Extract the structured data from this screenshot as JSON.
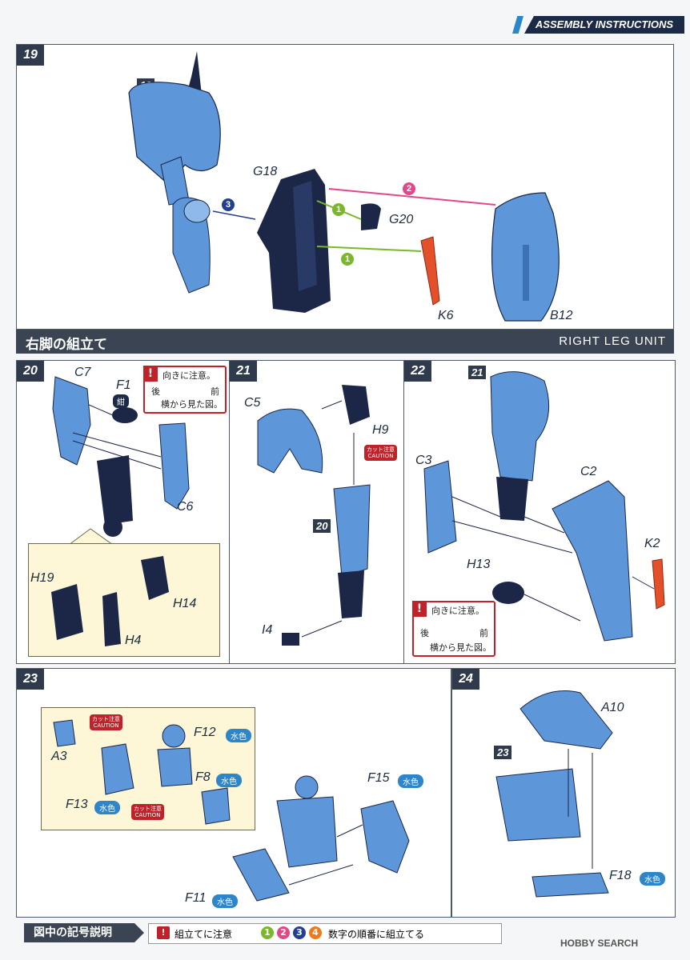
{
  "header": {
    "title": "ASSEMBLY INSTRUCTIONS"
  },
  "section": {
    "title_jp": "右脚の組立て",
    "title_en": "RIGHT LEG UNIT"
  },
  "steps": {
    "s19": {
      "num": "19",
      "sub": "18",
      "labels": [
        "G18",
        "G20",
        "K6",
        "B12"
      ],
      "order": [
        "1",
        "1",
        "2",
        "3"
      ]
    },
    "s20": {
      "num": "20",
      "labels": [
        "C7",
        "F1",
        "C6",
        "H19",
        "H14",
        "H4"
      ],
      "color_tag": "紺",
      "note": {
        "line1": "向きに注意。",
        "left": "後",
        "right": "前",
        "line2": "横から見た図。"
      }
    },
    "s21": {
      "num": "21",
      "labels": [
        "C5",
        "H9",
        "I4"
      ],
      "sub": "20",
      "caution_jp": "カット注意",
      "caution_en": "CAUTION"
    },
    "s22": {
      "num": "22",
      "labels": [
        "C3",
        "C2",
        "K2",
        "H13"
      ],
      "sub": "21",
      "note": {
        "line1": "向きに注意。",
        "left": "後",
        "right": "前",
        "line2": "横から見た図。"
      }
    },
    "s23": {
      "num": "23",
      "labels": [
        "A3",
        "F12",
        "F8",
        "F13",
        "F15",
        "F11"
      ],
      "water": "水色",
      "caution_jp": "カット注意",
      "caution_en": "CAUTION"
    },
    "s24": {
      "num": "24",
      "labels": [
        "A10",
        "F18"
      ],
      "sub": "23",
      "water": "水色"
    }
  },
  "legend": {
    "title": "図中の記号説明",
    "note_text": "組立てに注意",
    "order_text": "数字の順番に組立てる",
    "numbers": [
      "1",
      "2",
      "3",
      "4"
    ]
  },
  "watermark": "HOBBY SEARCH",
  "colors": {
    "part_blue": "#5d97d9",
    "part_navy": "#1c2647",
    "part_red": "#e4502a",
    "order1": "#7ab829",
    "order2": "#e2478a",
    "order3": "#243f8f",
    "order4": "#ee7a1a"
  }
}
